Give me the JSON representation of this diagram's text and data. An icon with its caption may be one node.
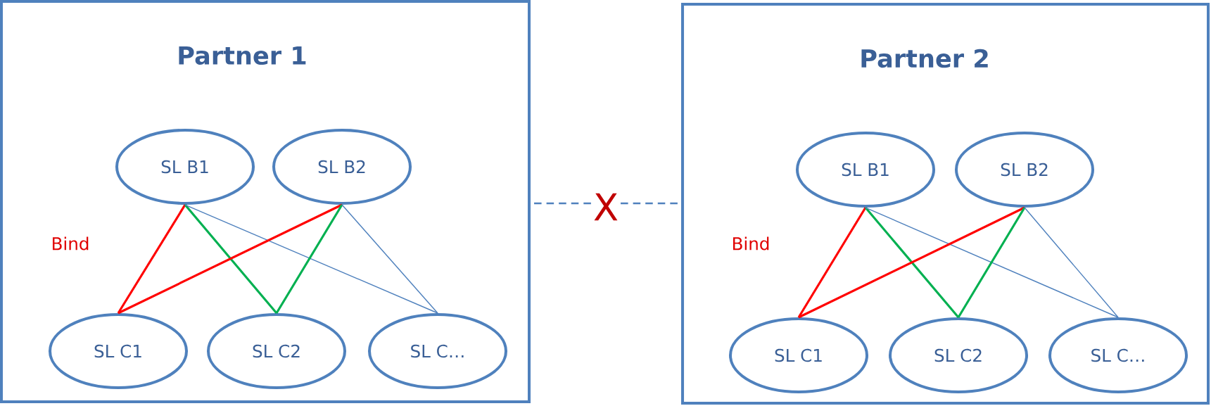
{
  "diagram": {
    "nodes": [
      {
        "text": [
          "Partner 1"
        ]
      },
      {
        "text": [
          "SL B1"
        ],
        "in": 0
      },
      {
        "text": [
          "SL B2"
        ],
        "in": 0
      },
      {
        "text": [
          "SL C1"
        ],
        "in": 0
      },
      {
        "text": [
          "SL C2"
        ],
        "in": 0
      },
      {
        "text": [
          "SL C…"
        ],
        "in": 0
      },
      {
        "text": [
          "Partner 2"
        ]
      },
      {
        "text": [
          "SL B1"
        ],
        "in": 6
      },
      {
        "text": [
          "SL B2"
        ],
        "in": 6
      },
      {
        "text": [
          "SL C1"
        ],
        "in": 6
      },
      {
        "text": [
          "SL C2"
        ],
        "in": 6
      },
      {
        "text": [
          "SL C…"
        ],
        "in": 6
      }
    ],
    "edges": [
      {
        "from": 1,
        "to": 3,
        "arrow": "none",
        "color": "#ff0000"
      },
      {
        "from": 1,
        "to": 4,
        "arrow": "none",
        "color": "#00b050"
      },
      {
        "from": 1,
        "to": 5,
        "arrow": "none",
        "color": "#4f81bd"
      },
      {
        "from": 2,
        "to": 3,
        "arrow": "none",
        "color": "#ff0000"
      },
      {
        "from": 2,
        "to": 4,
        "arrow": "none",
        "color": "#00b050"
      },
      {
        "from": 2,
        "to": 5,
        "arrow": "none",
        "color": "#4f81bd"
      },
      {
        "from": 7,
        "to": 9,
        "arrow": "none",
        "color": "#ff0000"
      },
      {
        "from": 7,
        "to": 10,
        "arrow": "none",
        "color": "#00b050"
      },
      {
        "from": 7,
        "to": 11,
        "arrow": "none",
        "color": "#4f81bd"
      },
      {
        "from": 8,
        "to": 9,
        "arrow": "none",
        "color": "#ff0000"
      },
      {
        "from": 8,
        "to": 10,
        "arrow": "none",
        "color": "#00b050"
      },
      {
        "from": 8,
        "to": 11,
        "arrow": "none",
        "color": "#4f81bd"
      },
      {
        "from": 0,
        "to": 6,
        "arrow": "none",
        "style": "dashed",
        "color": "#4f81bd",
        "label": "X"
      }
    ],
    "labels": [
      "Bind",
      "Bind"
    ]
  }
}
